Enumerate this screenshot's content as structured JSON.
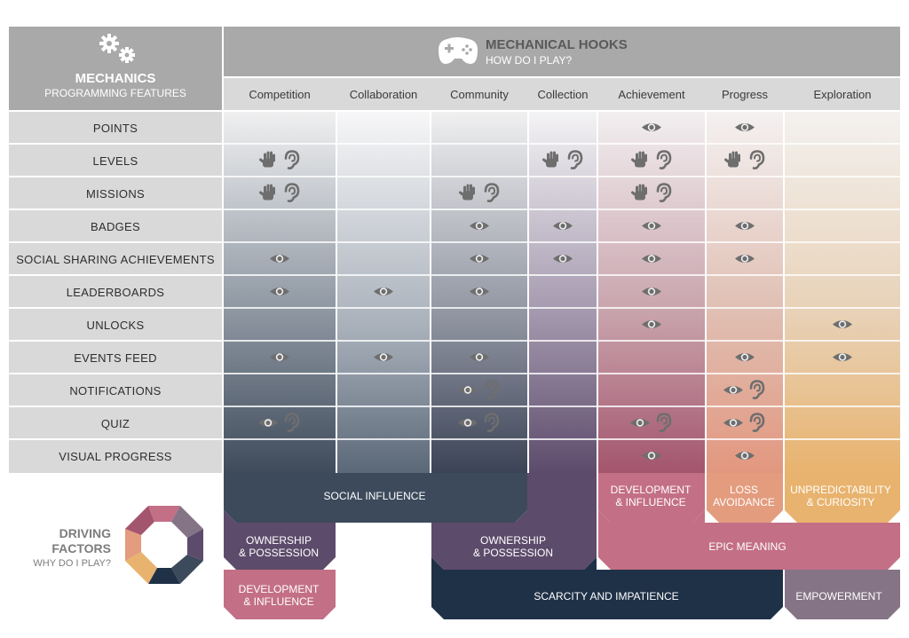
{
  "mechanics_header": {
    "title": "MECHANICS",
    "subtitle": "PROGRAMMING FEATURES",
    "icon": "gears-icon"
  },
  "hooks_header": {
    "title": "MECHANICAL HOOKS",
    "subtitle": "HOW DO I PLAY?",
    "icon": "gamepad-icon"
  },
  "columns": [
    "Competition",
    "Collaboration",
    "Community",
    "Collection",
    "Achievement",
    "Progress",
    "Exploration"
  ],
  "rows": [
    "POINTS",
    "LEVELS",
    "MISSIONS",
    "BADGES",
    "SOCIAL SHARING ACHIEVEMENTS",
    "LEADERBOARDS",
    "UNLOCKS",
    "EVENTS FEED",
    "NOTIFICATIONS",
    "QUIZ",
    "VISUAL PROGRESS"
  ],
  "legend_icons": {
    "eye": "eye-icon",
    "hand": "hand-icon",
    "ear": "ear-icon"
  },
  "cells": [
    {
      "row": 0,
      "col": 4,
      "icons": [
        "eye"
      ]
    },
    {
      "row": 0,
      "col": 5,
      "icons": [
        "eye"
      ]
    },
    {
      "row": 1,
      "col": 0,
      "icons": [
        "hand",
        "ear"
      ]
    },
    {
      "row": 1,
      "col": 3,
      "icons": [
        "hand",
        "ear"
      ]
    },
    {
      "row": 1,
      "col": 4,
      "icons": [
        "hand",
        "ear"
      ]
    },
    {
      "row": 1,
      "col": 5,
      "icons": [
        "hand",
        "ear"
      ]
    },
    {
      "row": 2,
      "col": 0,
      "icons": [
        "hand",
        "ear"
      ]
    },
    {
      "row": 2,
      "col": 2,
      "icons": [
        "hand",
        "ear"
      ]
    },
    {
      "row": 2,
      "col": 4,
      "icons": [
        "hand",
        "ear"
      ]
    },
    {
      "row": 3,
      "col": 2,
      "icons": [
        "eye"
      ]
    },
    {
      "row": 3,
      "col": 3,
      "icons": [
        "eye"
      ]
    },
    {
      "row": 3,
      "col": 4,
      "icons": [
        "eye"
      ]
    },
    {
      "row": 3,
      "col": 5,
      "icons": [
        "eye"
      ]
    },
    {
      "row": 4,
      "col": 0,
      "icons": [
        "eye"
      ]
    },
    {
      "row": 4,
      "col": 2,
      "icons": [
        "eye"
      ]
    },
    {
      "row": 4,
      "col": 3,
      "icons": [
        "eye"
      ]
    },
    {
      "row": 4,
      "col": 4,
      "icons": [
        "eye"
      ]
    },
    {
      "row": 4,
      "col": 5,
      "icons": [
        "eye"
      ]
    },
    {
      "row": 5,
      "col": 0,
      "icons": [
        "eye"
      ]
    },
    {
      "row": 5,
      "col": 1,
      "icons": [
        "eye"
      ]
    },
    {
      "row": 5,
      "col": 2,
      "icons": [
        "eye"
      ]
    },
    {
      "row": 5,
      "col": 4,
      "icons": [
        "eye"
      ]
    },
    {
      "row": 6,
      "col": 4,
      "icons": [
        "eye"
      ]
    },
    {
      "row": 6,
      "col": 6,
      "icons": [
        "eye"
      ]
    },
    {
      "row": 7,
      "col": 0,
      "icons": [
        "eye"
      ]
    },
    {
      "row": 7,
      "col": 1,
      "icons": [
        "eye"
      ]
    },
    {
      "row": 7,
      "col": 2,
      "icons": [
        "eye"
      ]
    },
    {
      "row": 7,
      "col": 5,
      "icons": [
        "eye"
      ]
    },
    {
      "row": 7,
      "col": 6,
      "icons": [
        "eye"
      ]
    },
    {
      "row": 8,
      "col": 2,
      "icons": [
        "eye",
        "ear"
      ]
    },
    {
      "row": 8,
      "col": 5,
      "icons": [
        "eye",
        "ear"
      ]
    },
    {
      "row": 9,
      "col": 0,
      "icons": [
        "eye",
        "ear"
      ]
    },
    {
      "row": 9,
      "col": 2,
      "icons": [
        "eye",
        "ear"
      ]
    },
    {
      "row": 9,
      "col": 4,
      "icons": [
        "eye",
        "ear"
      ]
    },
    {
      "row": 9,
      "col": 5,
      "icons": [
        "eye",
        "ear"
      ]
    },
    {
      "row": 10,
      "col": 4,
      "icons": [
        "eye"
      ]
    },
    {
      "row": 10,
      "col": 5,
      "icons": [
        "eye"
      ]
    }
  ],
  "driving_factors": {
    "title_line1": "DRIVING",
    "title_line2": "FACTORS",
    "subtitle": "WHY DO I PLAY?",
    "icon": "octagon-icon"
  },
  "factor_labels": {
    "social_influence": "SOCIAL INFLUENCE",
    "ownership_1": [
      "OWNERSHIP",
      "& POSSESSION"
    ],
    "development_1": [
      "DEVELOPMENT",
      "& INFLUENCE"
    ],
    "ownership_2": [
      "OWNERSHIP",
      "& POSSESSION"
    ],
    "scarcity": "SCARCITY AND IMPATIENCE",
    "development_2": [
      "DEVELOPMENT",
      "& INFLUENCE"
    ],
    "loss": [
      "LOSS",
      "AVOIDANCE"
    ],
    "unpredictability": [
      "UNPREDICTABILITY",
      "& CURIOSITY"
    ],
    "epic_meaning": "EPIC MEANING",
    "empowerment": "EMPOWERMENT"
  },
  "colors": {
    "header_gray": "#a9a9a9",
    "label_gray": "#d9d9d9",
    "icon_gray": "#6e6e6e",
    "social_influence": "#3c4a5c",
    "ownership": "#5d4b6b",
    "development": "#c36f86",
    "scarcity": "#1f3147",
    "epic_meaning": "#c36f86",
    "loss": "#e39c7e",
    "unpredictability": "#e8b36e",
    "empowerment": "#857386"
  }
}
